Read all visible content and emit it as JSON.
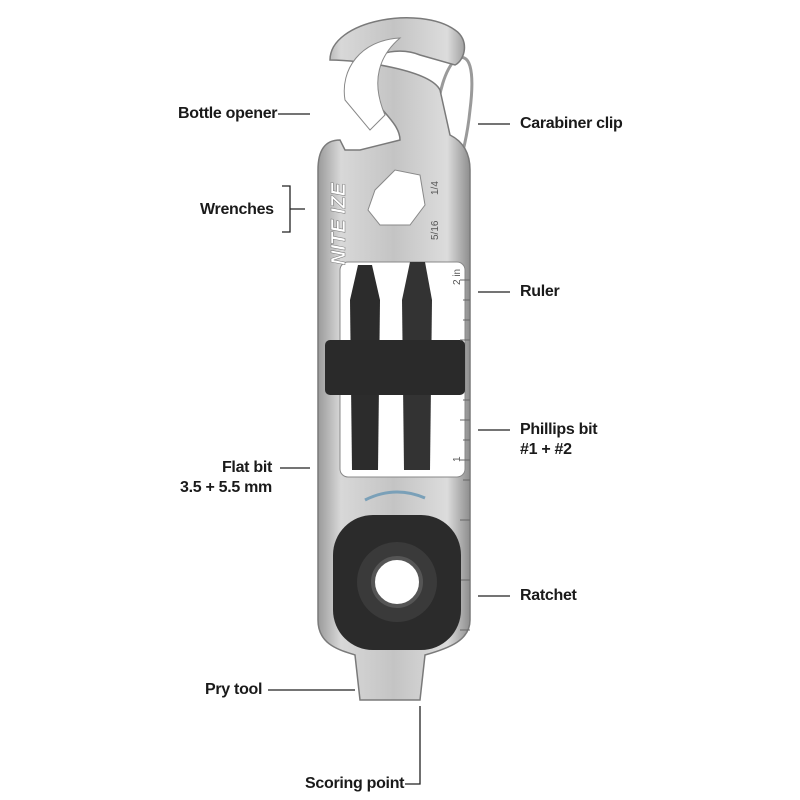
{
  "product": {
    "brand_mark": "NITE IZE",
    "wrench_sizes": [
      "1/4",
      "5/16"
    ],
    "ruler_marks": [
      "2 in",
      "1"
    ]
  },
  "callouts": {
    "bottle_opener": "Bottle opener",
    "carabiner_clip": "Carabiner clip",
    "wrenches": "Wrenches",
    "ruler": "Ruler",
    "phillips_bit": [
      "Phillips bit",
      "#1 + #2"
    ],
    "flat_bit": [
      "Flat bit",
      "3.5 + 5.5 mm"
    ],
    "ratchet": "Ratchet",
    "pry_tool": "Pry tool",
    "scoring_point": "Scoring point"
  }
}
